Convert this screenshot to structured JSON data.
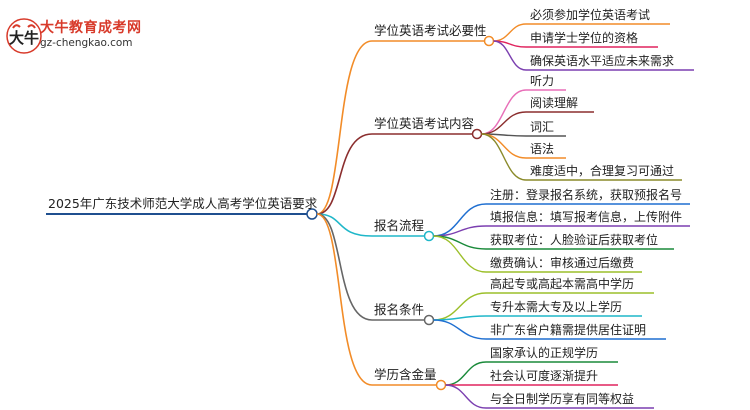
{
  "site": {
    "name": "大牛教育成考网",
    "url": "gz-chengkao.com"
  },
  "root": {
    "label": "2025年广东技术师范大学成人高考学位英语要求"
  },
  "branches": [
    {
      "label": "学位英语考试必要性",
      "color": "#f28c28",
      "leaves": [
        {
          "label": "必须参加学位英语考试",
          "color": "#f28c28"
        },
        {
          "label": "申请学士学位的资格",
          "color": "#e0245e"
        },
        {
          "label": "确保英语水平适应未来需求",
          "color": "#7b3fb0"
        }
      ]
    },
    {
      "label": "学位英语考试内容",
      "color": "#8b2e2e",
      "leaves": [
        {
          "label": "听力",
          "color": "#e86fb8"
        },
        {
          "label": "阅读理解",
          "color": "#8b2e2e"
        },
        {
          "label": "词汇",
          "color": "#555555"
        },
        {
          "label": "语法",
          "color": "#f28c28"
        },
        {
          "label": "难度适中，合理复习可通过",
          "color": "#8a8a2a"
        }
      ]
    },
    {
      "label": "报名流程",
      "color": "#1fb7c9",
      "leaves": [
        {
          "label": "注册：登录报名系统，获取预报名号",
          "color": "#1f6fd1"
        },
        {
          "label": "填报信息：填写报考信息，上传附件",
          "color": "#7b3fb0"
        },
        {
          "label": "获取考位：人脸验证后获取考位",
          "color": "#1a8a3a"
        },
        {
          "label": "缴费确认：审核通过后缴费",
          "color": "#9cbf2a"
        }
      ]
    },
    {
      "label": "报名条件",
      "color": "#666666",
      "leaves": [
        {
          "label": "高起专或高起本需高中学历",
          "color": "#9cbf2a"
        },
        {
          "label": "专升本需大专及以上学历",
          "color": "#1fb7c9"
        },
        {
          "label": "非广东省户籍需提供居住证明",
          "color": "#1f6fd1"
        }
      ]
    },
    {
      "label": "学历含金量",
      "color": "#f28c28",
      "leaves": [
        {
          "label": "国家承认的正规学历",
          "color": "#1a8a3a"
        },
        {
          "label": "社会认可度逐渐提升",
          "color": "#e0245e"
        },
        {
          "label": "与全日制学历享有同等权益",
          "color": "#7b3fb0"
        }
      ]
    }
  ]
}
